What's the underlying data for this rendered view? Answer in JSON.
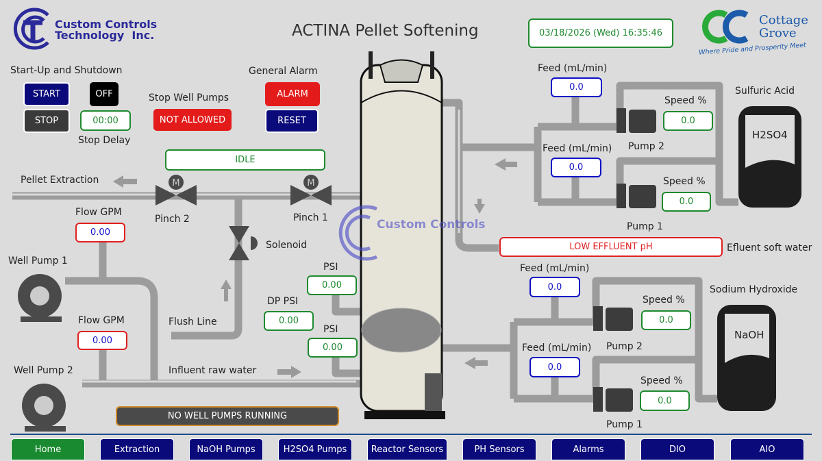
{
  "header": {
    "title": "ACTINA Pellet Softening",
    "datetime": "03/18/2026 (Wed) 16:35:46",
    "logo_left": {
      "line1": "Custom Controls",
      "line2": "Technology  Inc."
    },
    "logo_right": {
      "line1": "Cottage",
      "line2": "Grove",
      "tagline": "Where Pride and Prosperity Meet"
    }
  },
  "startup": {
    "title": "Start-Up and Shutdown",
    "start": "START",
    "stop": "STOP",
    "off": "OFF",
    "stop_delay_value": "00:00",
    "stop_delay_label": "Stop Delay"
  },
  "well_pumps": {
    "stop_label": "Stop Well Pumps",
    "stop_value": "NOT ALLOWED",
    "pump1": "Well Pump 1",
    "pump2": "Well Pump 2",
    "flow_label": "Flow GPM",
    "flow1": "0.00",
    "flow2": "0.00",
    "status": "NO WELL PUMPS RUNNING"
  },
  "alarm": {
    "title": "General Alarm",
    "alarm": "ALARM",
    "reset": "RESET"
  },
  "process": {
    "state": "IDLE",
    "pellet_extraction": "Pellet Extraction",
    "pinch2": "Pinch 2",
    "pinch1": "Pinch 1",
    "solenoid": "Solenoid",
    "flush_line": "Flush Line",
    "influent": "Influent raw water",
    "psi_label": "PSI",
    "psi_top": "0.00",
    "dp_label": "DP PSI",
    "dp_value": "0.00",
    "psi_bottom": "0.00",
    "effluent_alarm": "LOW EFFLUENT pH",
    "effluent_label": "Efluent soft water"
  },
  "acid": {
    "title": "Sulfuric Acid",
    "tank": "H2SO4",
    "feed_label": "Feed (mL/min)",
    "speed_label": "Speed %",
    "pump2_label": "Pump 2",
    "pump1_label": "Pump 1",
    "feed2": "0.0",
    "speed2": "0.0",
    "feed1": "0.0",
    "speed1": "0.0"
  },
  "caustic": {
    "title": "Sodium Hydroxide",
    "tank": "NaOH",
    "feed_label": "Feed (mL/min)",
    "speed_label": "Speed %",
    "pump2_label": "Pump 2",
    "pump1_label": "Pump 1",
    "feed2": "0.0",
    "speed2": "0.0",
    "feed1": "0.0",
    "speed1": "0.0"
  },
  "nav": [
    {
      "label": "Home",
      "active": true
    },
    {
      "label": "Extraction"
    },
    {
      "label": "NaOH Pumps"
    },
    {
      "label": "H2SO4 Pumps"
    },
    {
      "label": "Reactor Sensors"
    },
    {
      "label": "PH Sensors"
    },
    {
      "label": "Alarms"
    },
    {
      "label": "DIO"
    },
    {
      "label": "AIO"
    }
  ],
  "colors": {
    "background": "#dcdcdc",
    "nav_blue": "#0a0a7a",
    "active_green": "#1a8a30",
    "alarm_red": "#e41b1b",
    "value_green": "#1e8a2e",
    "value_blue": "#1010c8"
  }
}
